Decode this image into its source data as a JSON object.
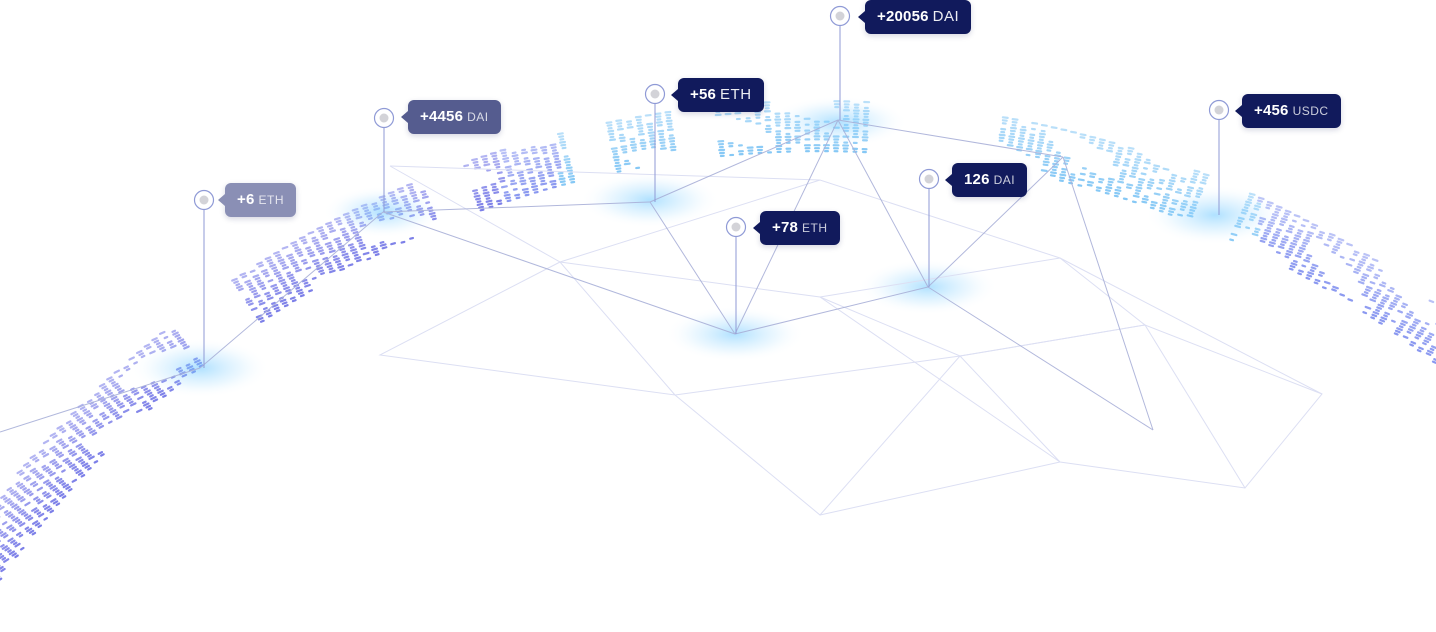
{
  "colors": {
    "tooltip_dark": "#111a5c",
    "tooltip_mid": "#555c8f",
    "tooltip_light": "#8a8fb5",
    "dots_primary": "#7b86ee",
    "dots_glow": "#7ec8f8",
    "network_lines": "#b8bde6"
  },
  "pins": [
    {
      "id": "pin-6-eth",
      "amount": "+6",
      "unit": "ETH",
      "style": "light"
    },
    {
      "id": "pin-4456-dai",
      "amount": "+4456",
      "unit": "DAI",
      "style": "mid"
    },
    {
      "id": "pin-56-eth",
      "amount": "+56",
      "unit": "ETH",
      "style": "dark"
    },
    {
      "id": "pin-20056-dai",
      "amount": "+20056",
      "unit": "DAI",
      "style": "dark"
    },
    {
      "id": "pin-78-eth",
      "amount": "+78",
      "unit": "ETH",
      "style": "dark"
    },
    {
      "id": "pin-126-dai",
      "amount": "126",
      "unit": "DAI",
      "style": "dark"
    },
    {
      "id": "pin-456-usdc",
      "amount": "+456",
      "unit": "USDC",
      "style": "dark"
    }
  ]
}
